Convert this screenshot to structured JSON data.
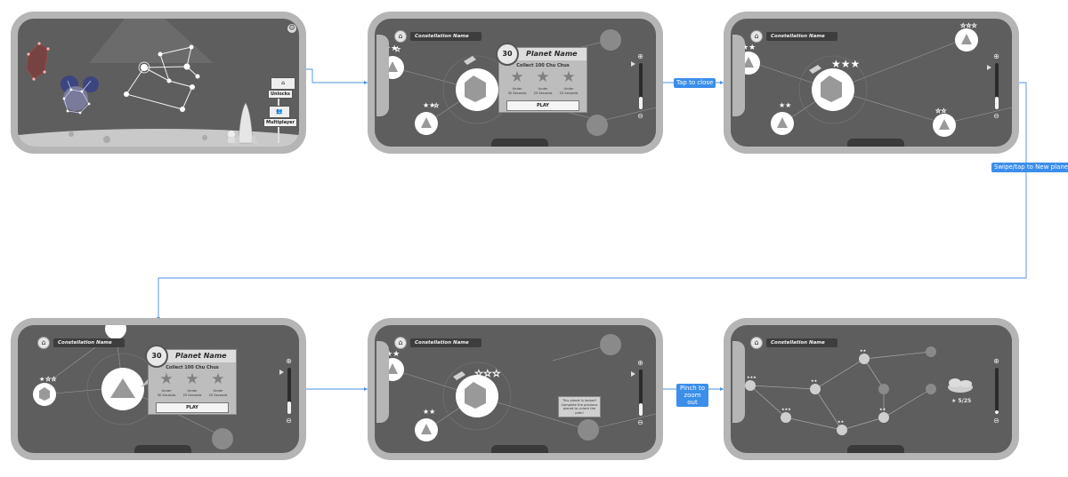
{
  "flow": {
    "tap_to_close": "Tap to close",
    "swipe_tap_new_planet": "Swipe/tap to New planet",
    "pinch_to_zoom_out": "Pinch to zoom out"
  },
  "home_screen": {
    "unlocks_label": "Unlocks",
    "multiplayer_label": "Multiplayer",
    "settings_icon": "gear-icon"
  },
  "header": {
    "constellation_name": "Constellation Name",
    "home_icon": "home-icon"
  },
  "popup": {
    "level": "30",
    "title": "Planet Name",
    "collect": "Collect 100 Chu Chus",
    "requirements": [
      {
        "line1": "Under",
        "line2": "30 Seconds"
      },
      {
        "line1": "Under",
        "line2": "25 Seconds"
      },
      {
        "line1": "Under",
        "line2": "20 Seconds"
      }
    ],
    "play_label": "PLAY"
  },
  "locked_message": "This planet is locked! Complete the previous planet to unlock the path!",
  "zoomed_out": {
    "star_score": "★ 5/25"
  },
  "zoom_control": {
    "zoom_in_icon": "zoom-in-icon",
    "zoom_out_icon": "zoom-out-icon"
  },
  "colors": {
    "connector": "#4a90e2",
    "screen_bg": "#5e5e5e",
    "phone_frame": "#b5b5b5"
  }
}
